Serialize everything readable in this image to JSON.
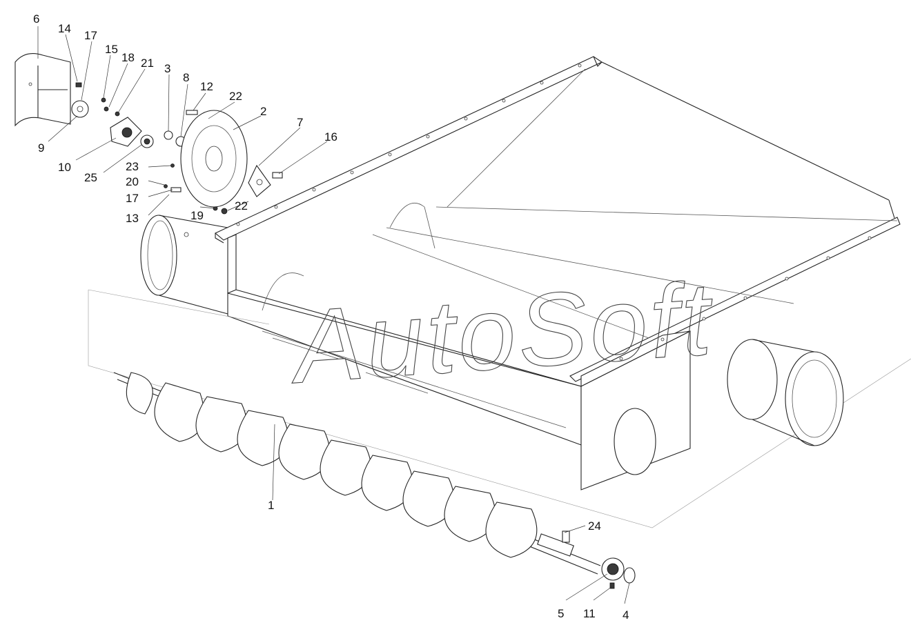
{
  "watermark": "AutoSoft",
  "callouts": [
    {
      "id": "c6",
      "text": "6"
    },
    {
      "id": "c14",
      "text": "14"
    },
    {
      "id": "c17a",
      "text": "17"
    },
    {
      "id": "c15",
      "text": "15"
    },
    {
      "id": "c18",
      "text": "18"
    },
    {
      "id": "c21",
      "text": "21"
    },
    {
      "id": "c3",
      "text": "3"
    },
    {
      "id": "c8",
      "text": "8"
    },
    {
      "id": "c12",
      "text": "12"
    },
    {
      "id": "c22a",
      "text": "22"
    },
    {
      "id": "c2",
      "text": "2"
    },
    {
      "id": "c7",
      "text": "7"
    },
    {
      "id": "c16",
      "text": "16"
    },
    {
      "id": "c9",
      "text": "9"
    },
    {
      "id": "c10",
      "text": "10"
    },
    {
      "id": "c25",
      "text": "25"
    },
    {
      "id": "c23",
      "text": "23"
    },
    {
      "id": "c20",
      "text": "20"
    },
    {
      "id": "c17b",
      "text": "17"
    },
    {
      "id": "c13",
      "text": "13"
    },
    {
      "id": "c19",
      "text": "19"
    },
    {
      "id": "c22b",
      "text": "22"
    },
    {
      "id": "c1",
      "text": "1"
    },
    {
      "id": "c24",
      "text": "24"
    },
    {
      "id": "c5",
      "text": "5"
    },
    {
      "id": "c11",
      "text": "11"
    },
    {
      "id": "c4",
      "text": "4"
    }
  ]
}
